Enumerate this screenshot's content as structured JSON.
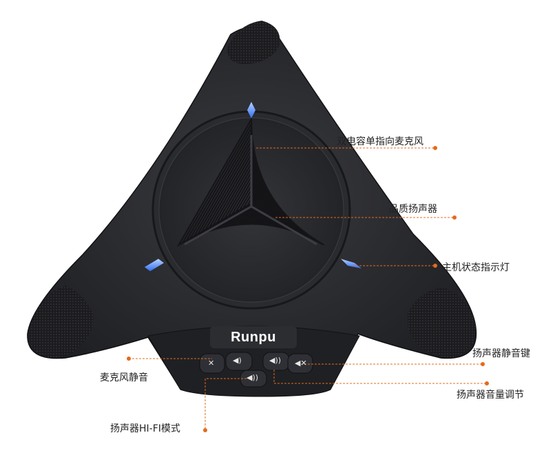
{
  "product": {
    "brand": "Runpu",
    "accent_orange": "#e36b1c",
    "indicator_blue": "#3a7bff",
    "body_color": "#2b2c30"
  },
  "callouts": [
    {
      "id": "mic",
      "text": "双电容单指向麦克风"
    },
    {
      "id": "speaker",
      "text": "品质扬声器"
    },
    {
      "id": "status",
      "text": "主机状态指示灯"
    },
    {
      "id": "speaker-mute",
      "text": "扬声器静音键"
    },
    {
      "id": "volume",
      "text": "扬声器音量调节"
    },
    {
      "id": "mic-mute",
      "text": "麦克风静音"
    },
    {
      "id": "hifi",
      "text": "扬声器HI-FI模式"
    }
  ],
  "buttons": [
    {
      "id": "mic-mute",
      "icon": "mic-off-icon"
    },
    {
      "id": "volume-down",
      "icon": "volume-down-icon"
    },
    {
      "id": "volume-up",
      "icon": "volume-up-icon"
    },
    {
      "id": "speaker-mute",
      "icon": "speaker-off-icon"
    },
    {
      "id": "hifi",
      "icon": "speaker-hifi-icon"
    }
  ],
  "watermark": {
    "color": "#9fb4d8"
  }
}
